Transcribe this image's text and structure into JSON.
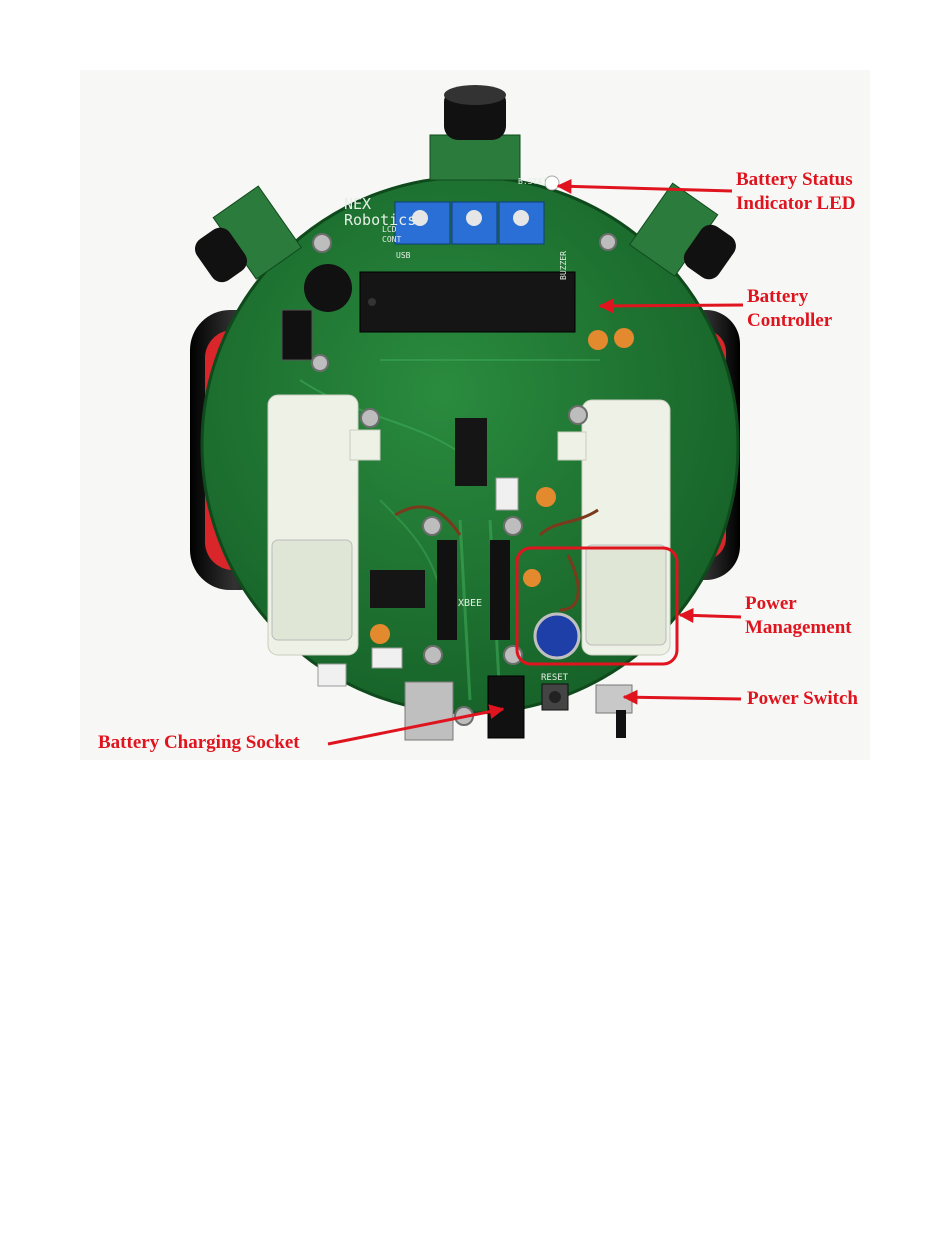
{
  "figure": {
    "brand_text": {
      "line1": "NEX",
      "line2": "Robotics"
    },
    "silkscreen": {
      "xbee": "XBEE",
      "reset": "RESET",
      "buzzer": "BUZZER",
      "lcd": "LCD",
      "cont": "CONT",
      "usb": "USB",
      "bstat": "B.STAT"
    },
    "callouts": {
      "battery_status": {
        "line1": "Battery Status",
        "line2": "Indicator LED"
      },
      "battery_controller": {
        "line1": "Battery",
        "line2": "Controller"
      },
      "power_management": {
        "line1": "Power",
        "line2": "Management"
      },
      "power_switch": "Power Switch",
      "charging_socket": "Battery Charging Socket"
    },
    "colors": {
      "annotation": "#e0141e",
      "pcb": "#1f7a33",
      "wheel": "#d8262a",
      "tyre": "#1a1a1a",
      "motor": "#eef2e6"
    }
  }
}
